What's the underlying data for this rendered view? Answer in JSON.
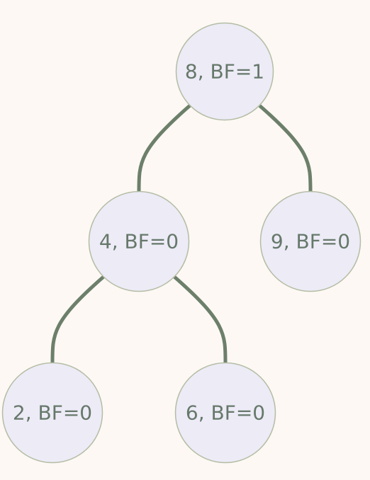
{
  "tree": {
    "nodes": [
      {
        "id": "n8",
        "label": "8, BF=1"
      },
      {
        "id": "n4",
        "label": "4, BF=0"
      },
      {
        "id": "n9",
        "label": "9, BF=0"
      },
      {
        "id": "n2",
        "label": "2, BF=0"
      },
      {
        "id": "n6",
        "label": "6, BF=0"
      }
    ],
    "edges": [
      {
        "from": "n8",
        "to": "n4"
      },
      {
        "from": "n8",
        "to": "n9"
      },
      {
        "from": "n4",
        "to": "n2"
      },
      {
        "from": "n4",
        "to": "n6"
      }
    ],
    "colors": {
      "background": "#fdf8f4",
      "node_fill": "#ecebf6",
      "node_stroke": "#b4bda4",
      "edge": "#6c7f6a",
      "label": "#66786a"
    }
  }
}
